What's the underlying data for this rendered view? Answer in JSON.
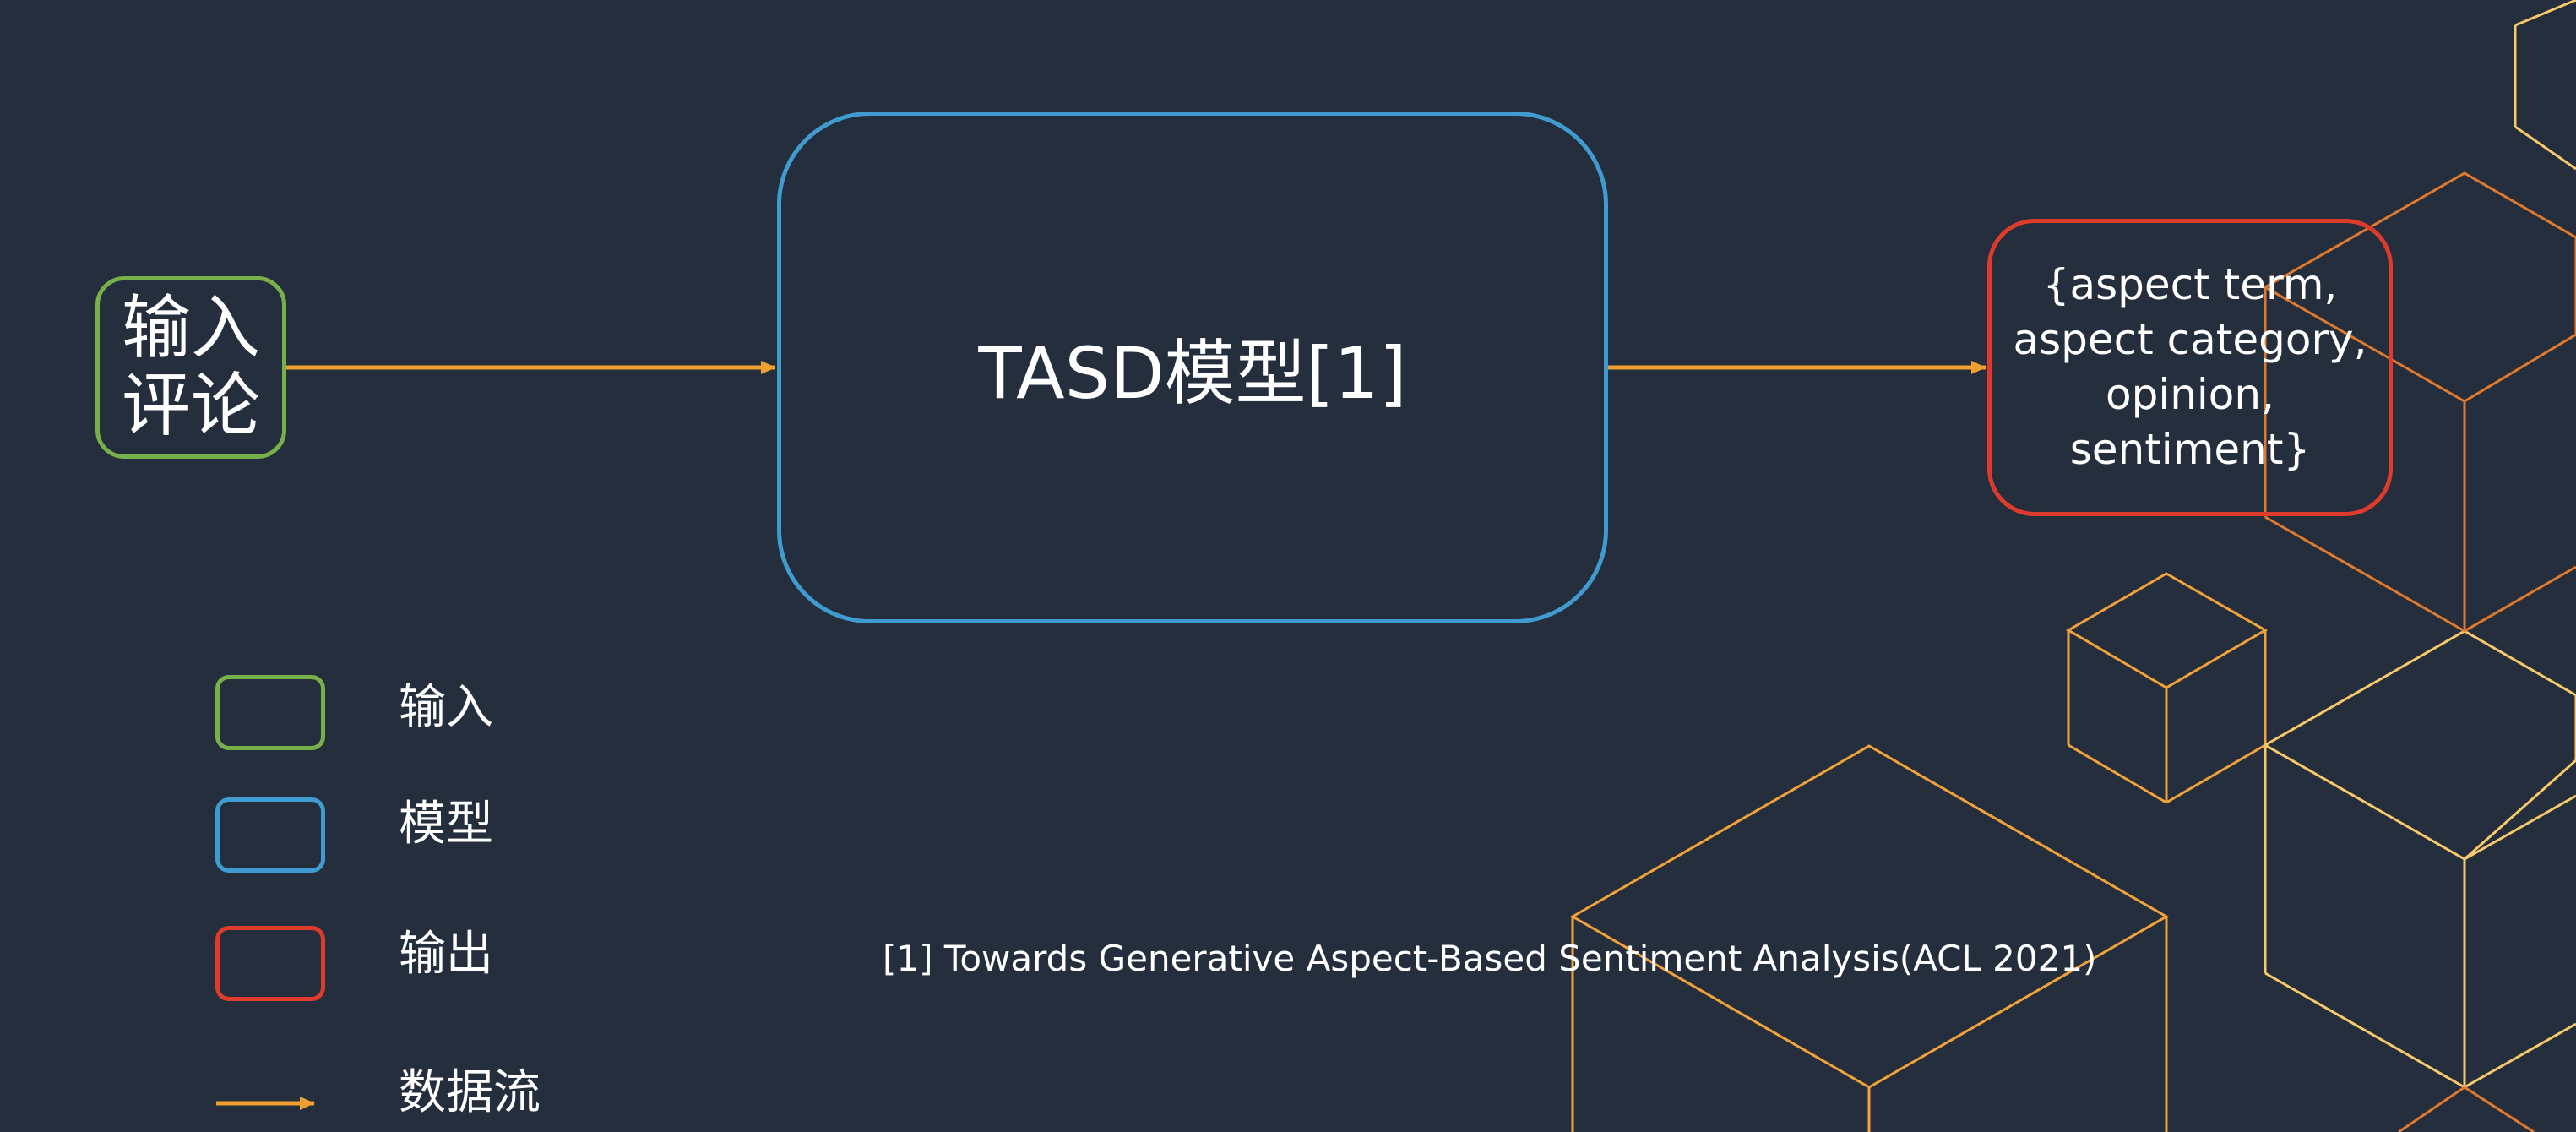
{
  "colors": {
    "background": "#252e3d",
    "input": "#78b04a",
    "model": "#3f9bd0",
    "output": "#df3b2c",
    "data_flow": "#f0a030",
    "cube_lines": [
      "#f8c96a",
      "#f2a23a",
      "#e07a2e"
    ]
  },
  "diagram": {
    "input_node": {
      "label": "输入\n评论"
    },
    "model_node": {
      "label": "TASD模型[1]"
    },
    "output_node": {
      "label": "{aspect term,\naspect category,\nopinion,\nsentiment}"
    },
    "edges": [
      {
        "from": "input_node",
        "to": "model_node"
      },
      {
        "from": "model_node",
        "to": "output_node"
      }
    ]
  },
  "legend": {
    "input": "输入",
    "model": "模型",
    "output": "输出",
    "data_flow": "数据流"
  },
  "reference": "[1] Towards Generative Aspect-Based Sentiment Analysis(ACL 2021)"
}
